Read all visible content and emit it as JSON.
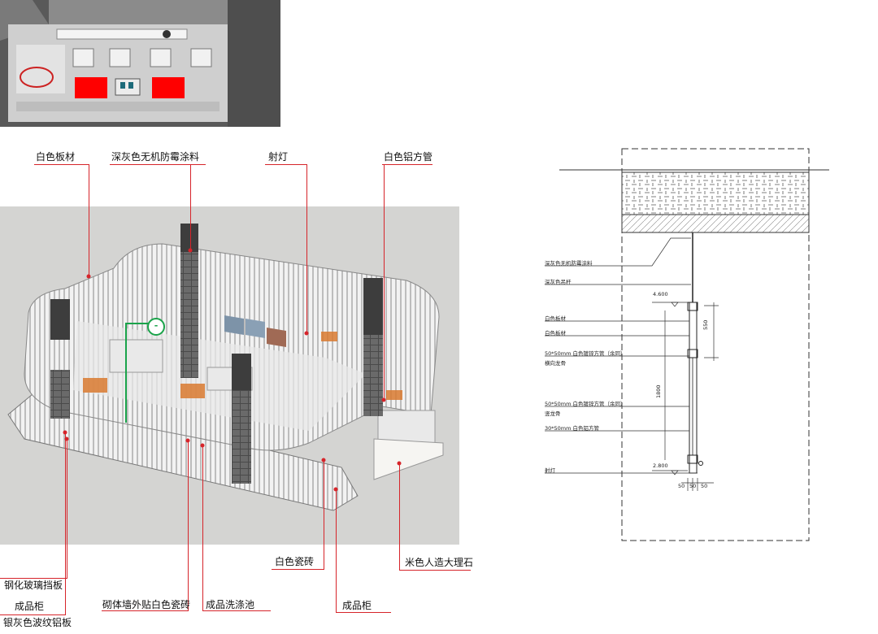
{
  "labels": {
    "white_panel": "白色板材",
    "dark_gray_paint": "深灰色无机防霉涂料",
    "spotlight": "射灯",
    "white_al_tube": "白色铝方管",
    "white_tile": "白色瓷砖",
    "beige_marble": "米色人造大理石",
    "tempered_glass": "钢化玻璃挡板",
    "product_cabinet_left": "成品柜",
    "silver_al_panel": "银灰色波纹铝板",
    "brick_wall_tile": "砌体墙外贴白色瓷砖",
    "wash_basin": "成品洗涤池",
    "product_cabinet_right": "成品柜"
  },
  "section": {
    "notes": [
      "深灰色无机防霉涂料",
      "深灰色吊杆",
      "白色板材",
      "白色板材",
      "50*50mm 白色镀锌方管（余同）",
      "横向龙骨",
      "50*50mm 白色镀锌方管（余同）",
      "竖龙骨",
      "30*50mm 白色铝方管",
      "射灯"
    ],
    "elev_top": "4.600",
    "elev_bottom": "2.800",
    "dim_550": "550",
    "dim_1800": "1800",
    "dim_50a": "50",
    "dim_50b": "50",
    "dim_50c": "50"
  },
  "badge": "-",
  "colors": {
    "callout_red": "#d6242a",
    "badge_green": "#1aa34a"
  }
}
